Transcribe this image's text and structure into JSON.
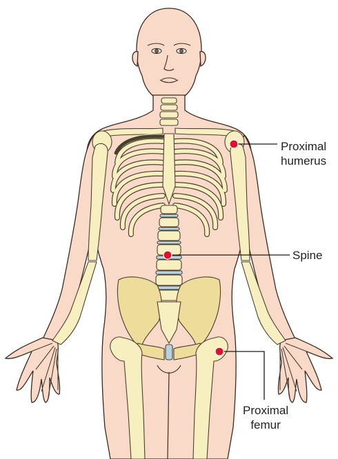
{
  "labels": {
    "proximal_humerus": {
      "line1": "Proximal",
      "line2": "humerus"
    },
    "spine": {
      "line1": "Spine"
    },
    "proximal_femur": {
      "line1": "Proximal",
      "line2": "femur"
    }
  },
  "colors": {
    "skin": "#f9d9c8",
    "skin_outline": "#3a2a22",
    "bone": "#f7efc0",
    "bone_outline": "#4a4030",
    "pelvis": "#eedd9a",
    "disc": "#b9d2e2",
    "marker": "#e0102a",
    "leader": "#1a1a1a"
  },
  "icons": {
    "marker": "red-dot-icon"
  }
}
